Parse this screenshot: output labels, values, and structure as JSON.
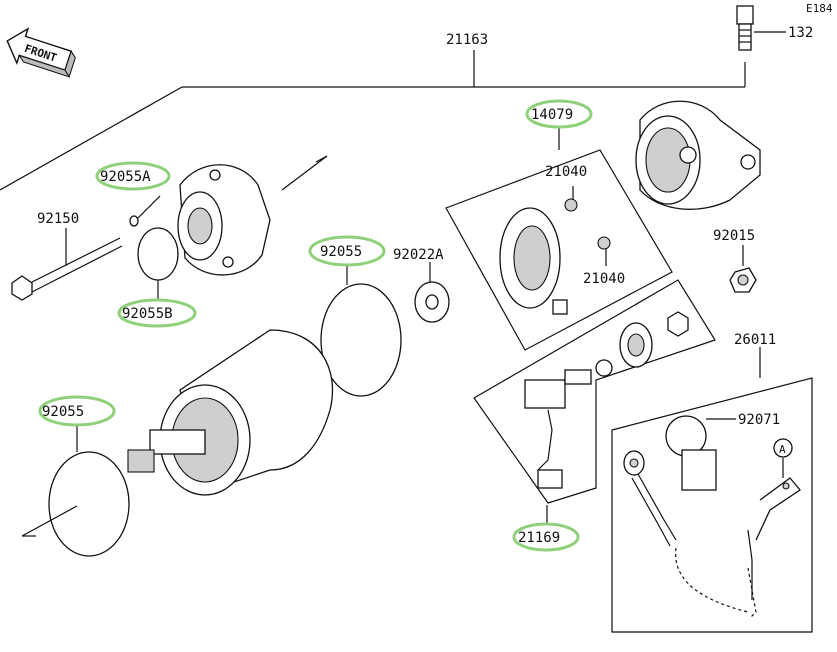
{
  "diagram_code": "E184",
  "front_label": "FRONT",
  "highlight_color": "#8fd17a",
  "callouts": {
    "p21163": "21163",
    "p132": "132",
    "p14079": "14079",
    "p21040a": "21040",
    "p21040b": "21040",
    "p92055A": "92055A",
    "p92150": "92150",
    "p92055B": "92055B",
    "p92055_mid": "92055",
    "p92022A": "92022A",
    "p92015": "92015",
    "p26011": "26011",
    "p92055_low": "92055",
    "p92071": "92071",
    "p21169": "21169",
    "ref_A": "A"
  },
  "highlighted": [
    "p14079",
    "p92055A",
    "p92055B",
    "p92055_mid",
    "p92055_low",
    "p21169"
  ]
}
